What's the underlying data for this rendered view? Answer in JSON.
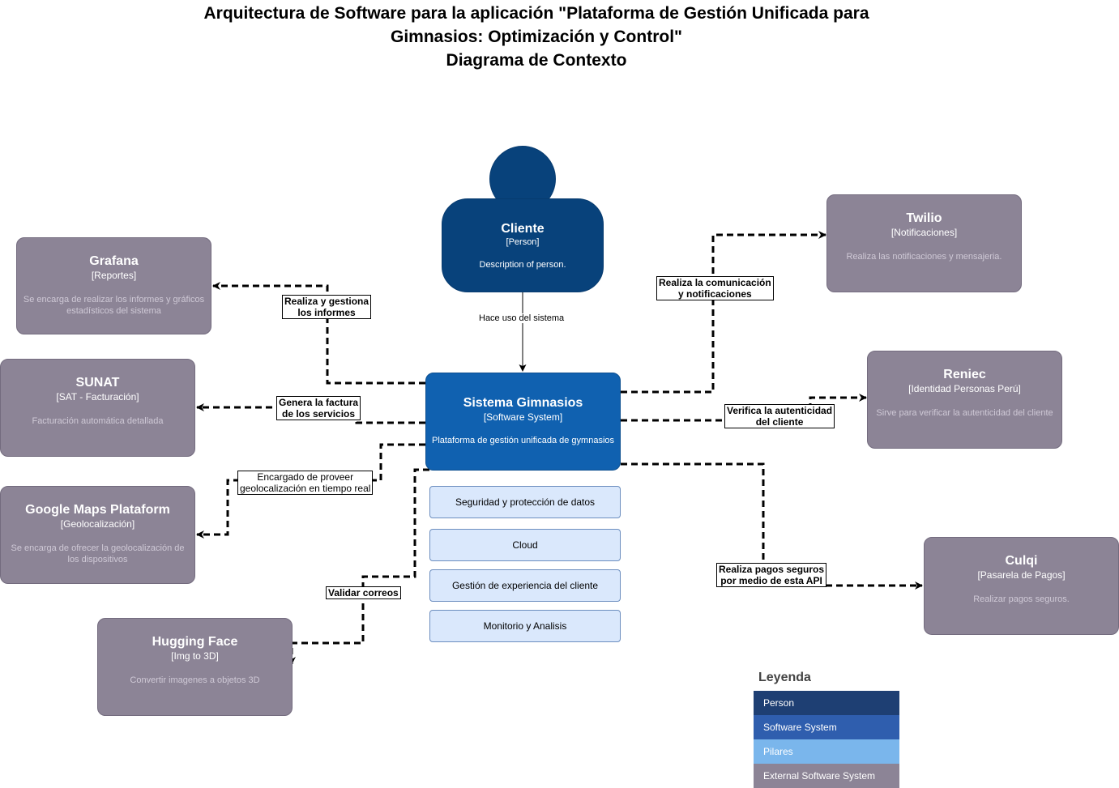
{
  "title": {
    "line1": "Arquitectura de Software para la aplicación \"Plataforma de Gestión Unificada para",
    "line2": "Gimnasios: Optimización y Control\"",
    "line3": "Diagrama de Contexto"
  },
  "person": {
    "name": "Cliente",
    "tag": "[Person]",
    "desc": "Description of person."
  },
  "system": {
    "name": "Sistema Gimnasios",
    "tag": "[Software System]",
    "desc": "Plataforma de gestión unificada de gymnasios"
  },
  "pillars": [
    "Seguridad y protección de datos",
    "Cloud",
    "Gestión de experiencia del cliente",
    "Monitorio y Analisis"
  ],
  "externals": {
    "grafana": {
      "name": "Grafana",
      "tag": "[Reportes]",
      "desc": "Se encarga de realizar los informes y gráficos estadísticos del sistema"
    },
    "sunat": {
      "name": "SUNAT",
      "tag": "[SAT - Facturación]",
      "desc": "Facturación automática detallada"
    },
    "gmaps": {
      "name": "Google Maps Plataform",
      "tag": "[Geolocalización]",
      "desc": "Se encarga de ofrecer la geolocalización de los dispositivos"
    },
    "hf": {
      "name": "Hugging Face",
      "tag": "[Img to 3D]",
      "desc": "Convertir imagenes a objetos 3D"
    },
    "twilio": {
      "name": "Twilio",
      "tag": "[Notificaciones]",
      "desc": "Realiza las notificaciones y mensajeria."
    },
    "reniec": {
      "name": "Reniec",
      "tag": "[Identidad Personas Perú]",
      "desc": "Sirve para verificar la autenticidad del cliente"
    },
    "culqi": {
      "name": "Culqi",
      "tag": "[Pasarela de Pagos]",
      "desc": "Realizar pagos seguros."
    }
  },
  "edges": {
    "person_system": "Hace uso del sistema",
    "grafana": {
      "line1": "Realiza y gestiona",
      "line2": "los informes"
    },
    "sunat": {
      "line1": "Genera la factura",
      "line2": "de los servicios"
    },
    "gmaps": {
      "line1": "Encargado de proveer",
      "line2": "geolocalización en tiempo real"
    },
    "hf": "Validar correos",
    "twilio": {
      "line1": "Realiza la comunicación",
      "line2": "y notificaciones"
    },
    "reniec": {
      "line1": "Verifica la autenticidad",
      "line2": "del cliente"
    },
    "culqi": {
      "line1": "Realiza pagos seguros",
      "line2": "por medio de esta API"
    }
  },
  "legend": {
    "title": "Leyenda",
    "items": [
      {
        "label": "Person",
        "color": "#1e3f73"
      },
      {
        "label": "Software System",
        "color": "#2f5eae"
      },
      {
        "label": "Pilares",
        "color": "#7ab6ec"
      },
      {
        "label": "External Software System",
        "color": "#8c8496"
      }
    ]
  },
  "colors": {
    "person": "#08427b",
    "system": "#1061b0",
    "external": "#8c8496",
    "pillar": "#dae8fc"
  }
}
